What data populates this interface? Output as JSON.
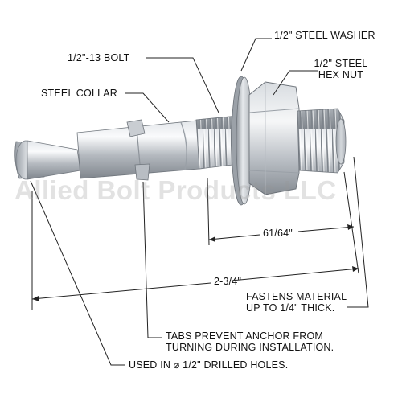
{
  "labels": {
    "washer": "1/2\" STEEL WASHER",
    "bolt": "1/2\"-13 BOLT",
    "hex_nut_line1": "1/2\" STEEL",
    "hex_nut_line2": "HEX NUT",
    "collar": "STEEL COLLAR",
    "dim_short": "61/64\"",
    "dim_long": "2-3/4\"",
    "fastens_line1": "FASTENS MATERIAL",
    "fastens_line2": "UP TO 1/4\" THICK.",
    "tabs_line1": "TABS PREVENT ANCHOR FROM",
    "tabs_line2": "TURNING DURING INSTALLATION.",
    "holes": "USED IN ⌀ 1/2\" DRILLED HOLES."
  },
  "watermark": "Allied Bolt Products LLC",
  "colors": {
    "text": "#111111",
    "line": "#222222",
    "steel_light": "#eef0f2",
    "steel_mid": "#b9bec4",
    "steel_dark": "#7d838a"
  }
}
